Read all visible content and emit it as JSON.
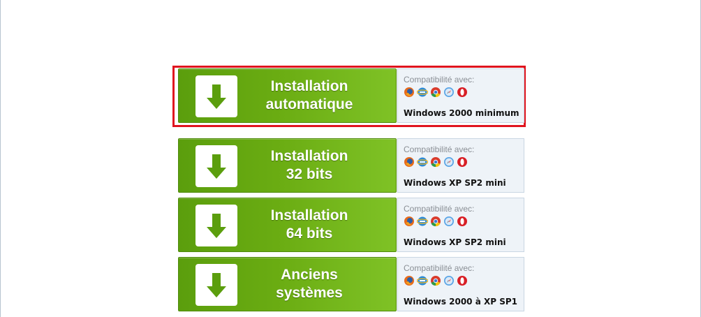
{
  "compat_label": "Compatibilité avec:",
  "browser_icons": [
    "firefox-icon",
    "ie-icon",
    "chrome-icon",
    "safari-icon",
    "opera-icon"
  ],
  "colors": {
    "green": "#6aac12",
    "highlight": "#e0141e",
    "info_bg": "#eef3f8"
  },
  "options": [
    {
      "line1": "Installation",
      "line2": "automatique",
      "os": "Windows 2000 minimum",
      "highlighted": true
    },
    {
      "line1": "Installation",
      "line2": "32 bits",
      "os": "Windows XP SP2 mini",
      "highlighted": false
    },
    {
      "line1": "Installation",
      "line2": "64 bits",
      "os": "Windows XP SP2 mini",
      "highlighted": false
    },
    {
      "line1": "Anciens",
      "line2": "systèmes",
      "os": "Windows 2000 à XP SP1",
      "highlighted": false
    }
  ]
}
